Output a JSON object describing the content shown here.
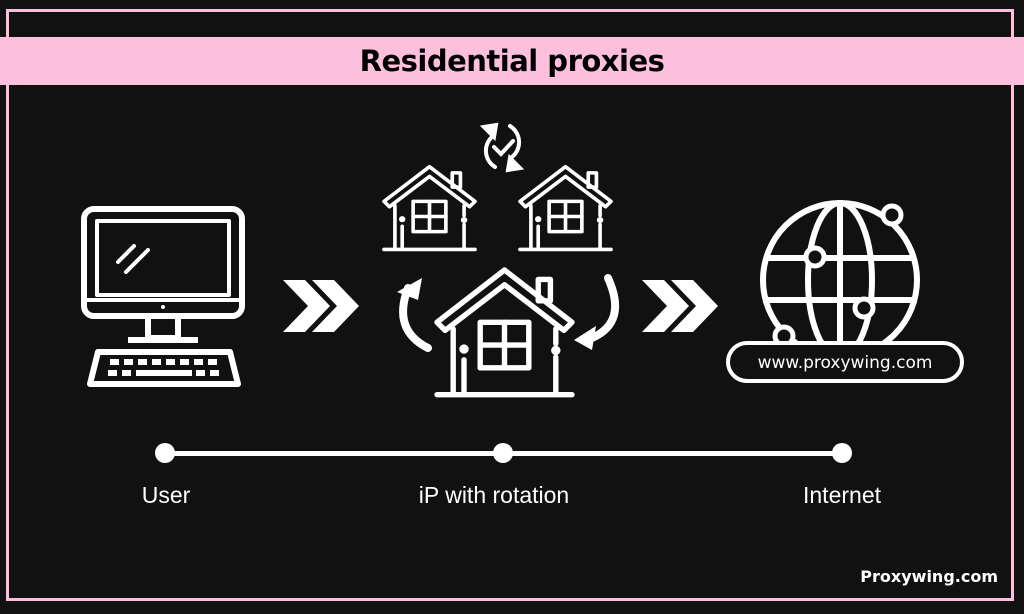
{
  "title": "Residential proxies",
  "nodes": [
    {
      "label": "User",
      "icon": "computer-icon"
    },
    {
      "label": "iP with rotation",
      "icon": "houses-rotation-icon"
    },
    {
      "label": "Internet",
      "icon": "globe-icon"
    }
  ],
  "url_badge": "www.proxywing.com",
  "footer": "Proxywing.com",
  "colors": {
    "accent": "#fcc0dc",
    "background": "#111111",
    "foreground": "#ffffff"
  }
}
